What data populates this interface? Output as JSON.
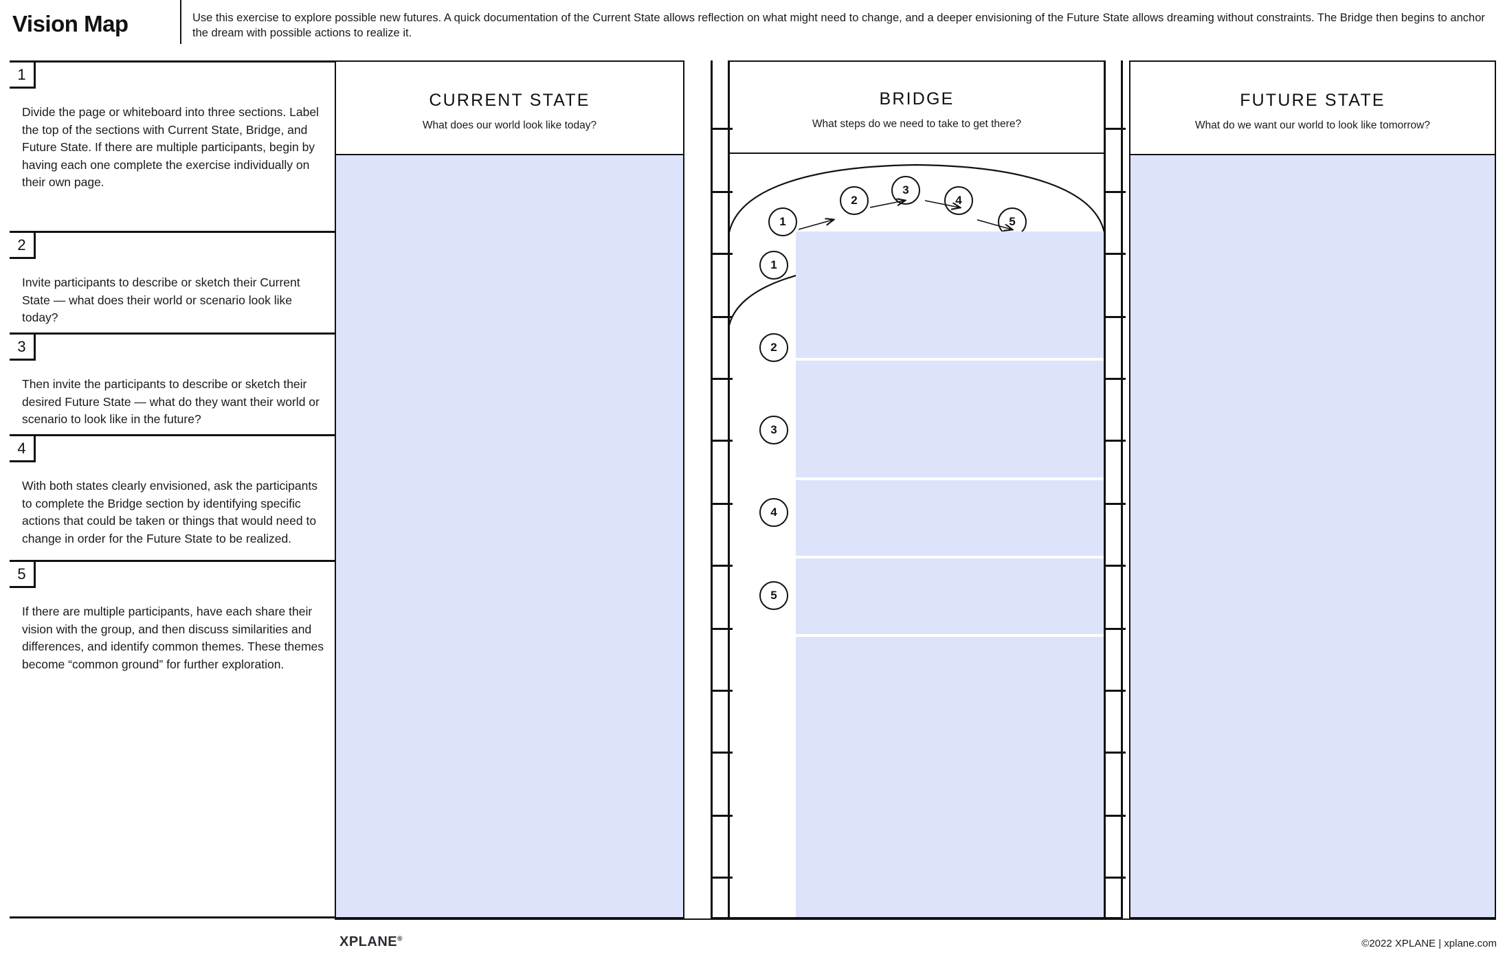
{
  "header": {
    "title": "Vision Map",
    "description": "Use this exercise to explore possible new futures. A quick documentation of the Current State allows reflection on what might need to change, and a deeper envisioning of the Future State allows dreaming without constraints. The Bridge then begins to anchor the dream with possible actions to realize it."
  },
  "steps": [
    {
      "number": "1",
      "text": "Divide the page or whiteboard into three sections. Label the top of the sections with Current State, Bridge, and Future State. If there are multiple participants, begin by having each one complete the exercise individually on their own page."
    },
    {
      "number": "2",
      "text": "Invite participants to describe or sketch their Current State — what does their world or scenario look like today?"
    },
    {
      "number": "3",
      "text": "Then invite the participants to describe or sketch their desired Future State — what do they want their world or scenario to look like in the future?"
    },
    {
      "number": "4",
      "text": "With both states clearly envisioned, ask the participants to complete the Bridge section by identifying specific actions that could be taken or things that would need to change in order for the Future State to be realized."
    },
    {
      "number": "5",
      "text": "If there are multiple participants, have each share their vision with the group, and then discuss similarities and differences, and identify common themes. These themes become “common ground” for further exploration."
    }
  ],
  "panels": {
    "current": {
      "title": "CURRENT STATE",
      "subtitle": "What does our world look like today?"
    },
    "bridge": {
      "title": "BRIDGE",
      "subtitle": "What steps do we need to take to get there?",
      "arc_steps": [
        "1",
        "2",
        "3",
        "4",
        "5"
      ],
      "deck_steps": [
        "1",
        "2",
        "3",
        "4",
        "5"
      ]
    },
    "future": {
      "title": "FUTURE STATE",
      "subtitle": "What do we want our world to look like tomorrow?"
    }
  },
  "footer": {
    "brand": "XPLANE",
    "brand_mark": "®",
    "copyright": "©2022 XPLANE | xplane.com"
  },
  "colors": {
    "ink": "#111111",
    "canvas_fill": "#dde3fb",
    "page": "#ffffff"
  }
}
